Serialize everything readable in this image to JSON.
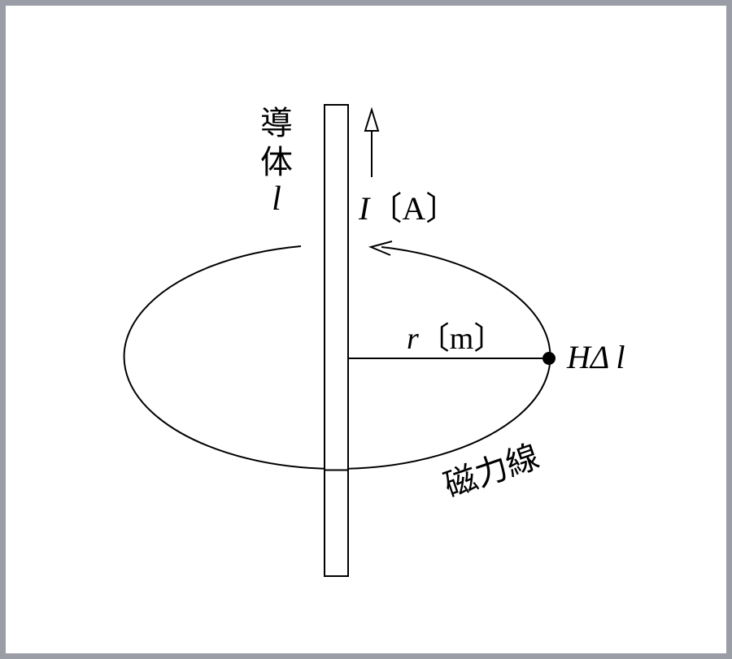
{
  "labels": {
    "conductor": "導体",
    "conductor_symbol": "l",
    "current_symbol": "I",
    "current_unit": "〔A〕",
    "radius_symbol": "r",
    "radius_unit": "〔m〕",
    "field_element_symbol": "H",
    "field_element_delta": "Δ",
    "field_element_length": "l",
    "field_line": "磁力線"
  },
  "colors": {
    "frame": "#9a9ca6",
    "stroke": "#000000",
    "background": "#ffffff"
  }
}
